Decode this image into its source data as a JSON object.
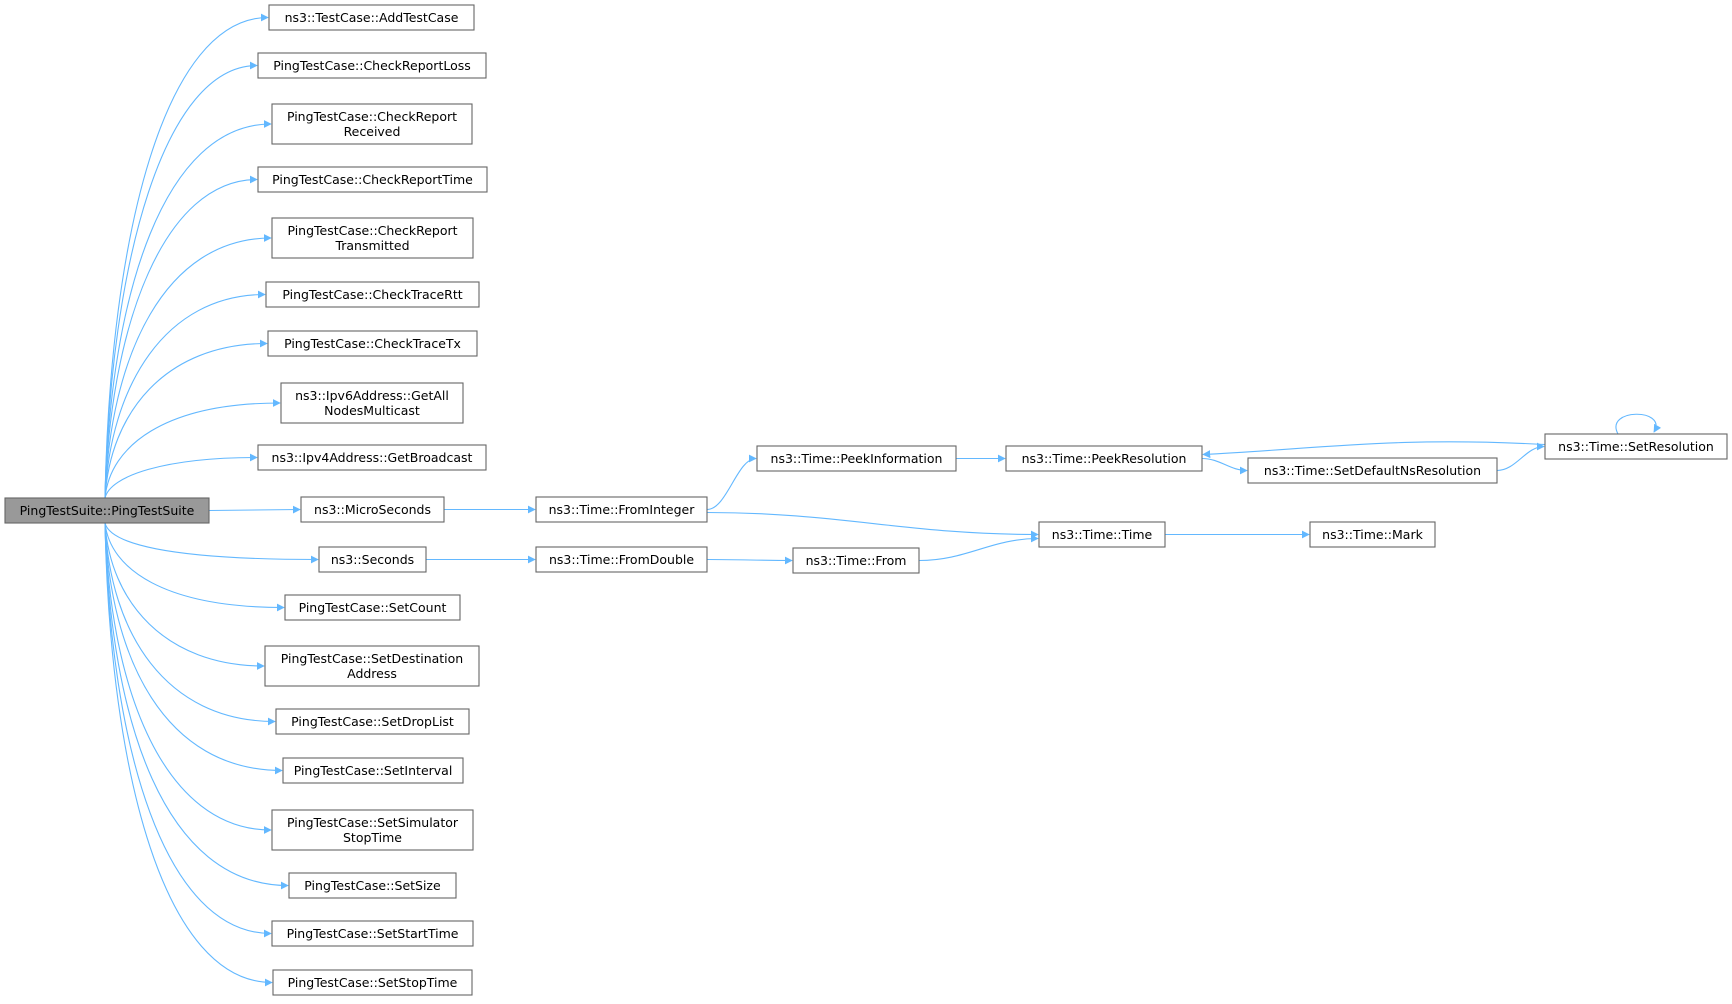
{
  "colors": {
    "edge": "#63b8ff",
    "node_border": "#666666",
    "root_fill": "#999999",
    "node_fill": "#ffffff"
  },
  "nodes": [
    {
      "id": "root",
      "lines": [
        "PingTestSuite::PingTestSuite"
      ],
      "root": true
    },
    {
      "id": "addtestcase",
      "lines": [
        "ns3::TestCase::AddTestCase"
      ]
    },
    {
      "id": "checkreportloss",
      "lines": [
        "PingTestCase::CheckReportLoss"
      ]
    },
    {
      "id": "checkreportreceived",
      "lines": [
        "PingTestCase::CheckReport",
        "Received"
      ]
    },
    {
      "id": "checkreporttime",
      "lines": [
        "PingTestCase::CheckReportTime"
      ]
    },
    {
      "id": "checkreporttransmitted",
      "lines": [
        "PingTestCase::CheckReport",
        "Transmitted"
      ]
    },
    {
      "id": "checktracertt",
      "lines": [
        "PingTestCase::CheckTraceRtt"
      ]
    },
    {
      "id": "checktracetx",
      "lines": [
        "PingTestCase::CheckTraceTx"
      ]
    },
    {
      "id": "getallnodesmulticast",
      "lines": [
        "ns3::Ipv6Address::GetAll",
        "NodesMulticast"
      ]
    },
    {
      "id": "getbroadcast",
      "lines": [
        "ns3::Ipv4Address::GetBroadcast"
      ]
    },
    {
      "id": "microseconds",
      "lines": [
        "ns3::MicroSeconds"
      ]
    },
    {
      "id": "seconds",
      "lines": [
        "ns3::Seconds"
      ]
    },
    {
      "id": "setcount",
      "lines": [
        "PingTestCase::SetCount"
      ]
    },
    {
      "id": "setdestinationaddress",
      "lines": [
        "PingTestCase::SetDestination",
        "Address"
      ]
    },
    {
      "id": "setdroplist",
      "lines": [
        "PingTestCase::SetDropList"
      ]
    },
    {
      "id": "setinterval",
      "lines": [
        "PingTestCase::SetInterval"
      ]
    },
    {
      "id": "setsimulatorstoptime",
      "lines": [
        "PingTestCase::SetSimulator",
        "StopTime"
      ]
    },
    {
      "id": "setsize",
      "lines": [
        "PingTestCase::SetSize"
      ]
    },
    {
      "id": "setstarttime",
      "lines": [
        "PingTestCase::SetStartTime"
      ]
    },
    {
      "id": "setstoptime",
      "lines": [
        "PingTestCase::SetStopTime"
      ]
    },
    {
      "id": "frominteger",
      "lines": [
        "ns3::Time::FromInteger"
      ]
    },
    {
      "id": "fromdouble",
      "lines": [
        "ns3::Time::FromDouble"
      ]
    },
    {
      "id": "peekinformation",
      "lines": [
        "ns3::Time::PeekInformation"
      ]
    },
    {
      "id": "from",
      "lines": [
        "ns3::Time::From"
      ]
    },
    {
      "id": "peekresolution",
      "lines": [
        "ns3::Time::PeekResolution"
      ]
    },
    {
      "id": "time",
      "lines": [
        "ns3::Time::Time"
      ]
    },
    {
      "id": "setdefaultnsresolution",
      "lines": [
        "ns3::Time::SetDefaultNsResolution"
      ]
    },
    {
      "id": "mark",
      "lines": [
        "ns3::Time::Mark"
      ]
    },
    {
      "id": "setresolution",
      "lines": [
        "ns3::Time::SetResolution"
      ]
    }
  ],
  "edges": [
    [
      "root",
      "addtestcase"
    ],
    [
      "root",
      "checkreportloss"
    ],
    [
      "root",
      "checkreportreceived"
    ],
    [
      "root",
      "checkreporttime"
    ],
    [
      "root",
      "checkreporttransmitted"
    ],
    [
      "root",
      "checktracertt"
    ],
    [
      "root",
      "checktracetx"
    ],
    [
      "root",
      "getallnodesmulticast"
    ],
    [
      "root",
      "getbroadcast"
    ],
    [
      "root",
      "microseconds"
    ],
    [
      "root",
      "seconds"
    ],
    [
      "root",
      "setcount"
    ],
    [
      "root",
      "setdestinationaddress"
    ],
    [
      "root",
      "setdroplist"
    ],
    [
      "root",
      "setinterval"
    ],
    [
      "root",
      "setsimulatorstoptime"
    ],
    [
      "root",
      "setsize"
    ],
    [
      "root",
      "setstarttime"
    ],
    [
      "root",
      "setstoptime"
    ],
    [
      "microseconds",
      "frominteger"
    ],
    [
      "seconds",
      "fromdouble"
    ],
    [
      "frominteger",
      "peekinformation"
    ],
    [
      "frominteger",
      "time"
    ],
    [
      "fromdouble",
      "from"
    ],
    [
      "from",
      "time"
    ],
    [
      "peekinformation",
      "peekresolution"
    ],
    [
      "peekresolution",
      "setdefaultnsresolution"
    ],
    [
      "setdefaultnsresolution",
      "setresolution"
    ],
    [
      "setresolution",
      "peekresolution"
    ],
    [
      "setresolution",
      "setresolution"
    ],
    [
      "time",
      "mark"
    ]
  ]
}
